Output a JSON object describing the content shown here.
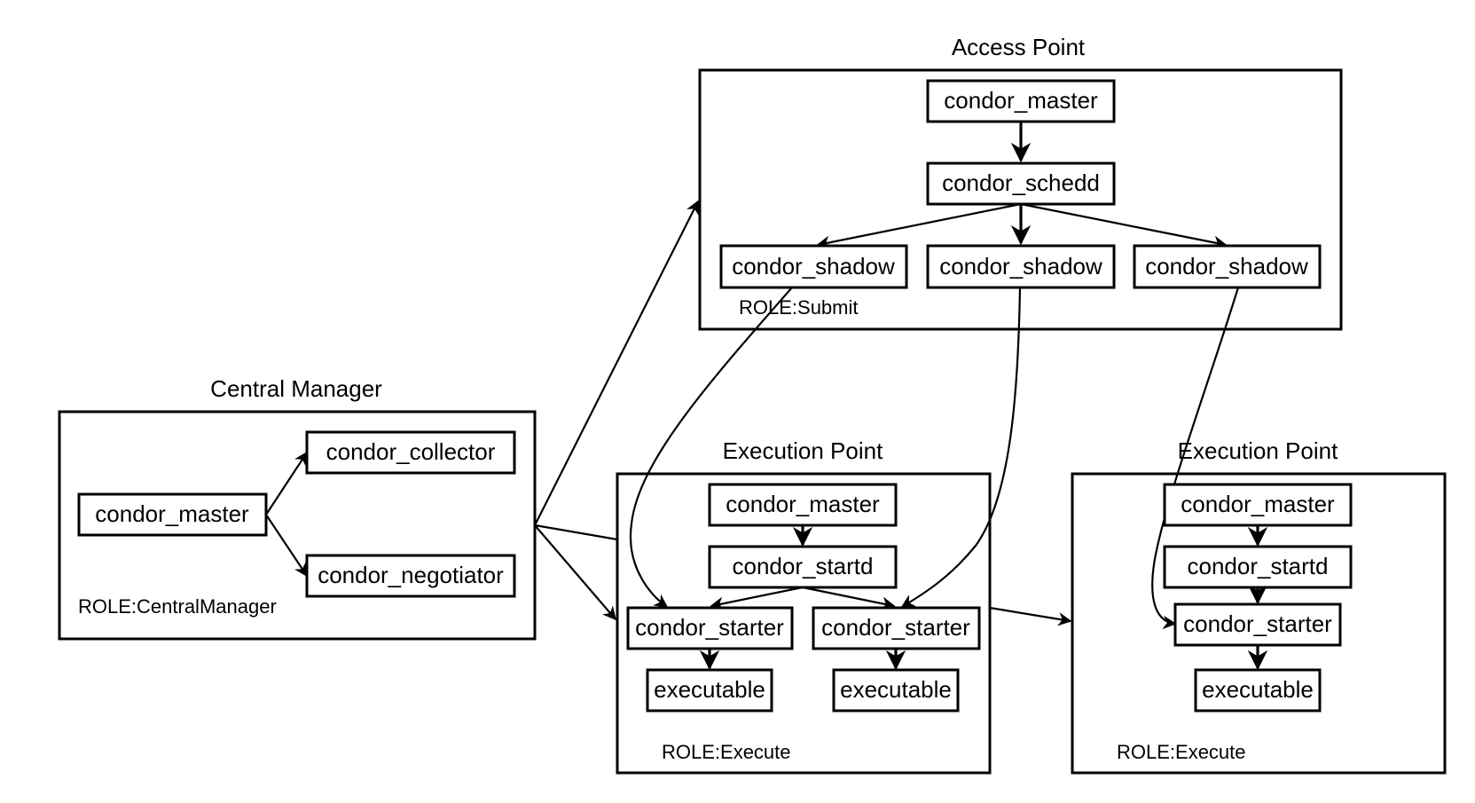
{
  "groups": {
    "access_point": {
      "title": "Access Point",
      "role": "ROLE:Submit"
    },
    "central_manager": {
      "title": "Central Manager",
      "role": "ROLE:CentralManager"
    },
    "execution_point_1": {
      "title": "Execution Point",
      "role": "ROLE:Execute"
    },
    "execution_point_2": {
      "title": "Execution Point",
      "role": "ROLE:Execute"
    }
  },
  "nodes": {
    "ap_master": "condor_master",
    "ap_schedd": "condor_schedd",
    "ap_shadow_1": "condor_shadow",
    "ap_shadow_2": "condor_shadow",
    "ap_shadow_3": "condor_shadow",
    "cm_master": "condor_master",
    "cm_collector": "condor_collector",
    "cm_negotiator": "condor_negotiator",
    "ep1_master": "condor_master",
    "ep1_startd": "condor_startd",
    "ep1_starter_1": "condor_starter",
    "ep1_starter_2": "condor_starter",
    "ep1_exec_1": "executable",
    "ep1_exec_2": "executable",
    "ep2_master": "condor_master",
    "ep2_startd": "condor_startd",
    "ep2_starter": "condor_starter",
    "ep2_exec": "executable"
  }
}
